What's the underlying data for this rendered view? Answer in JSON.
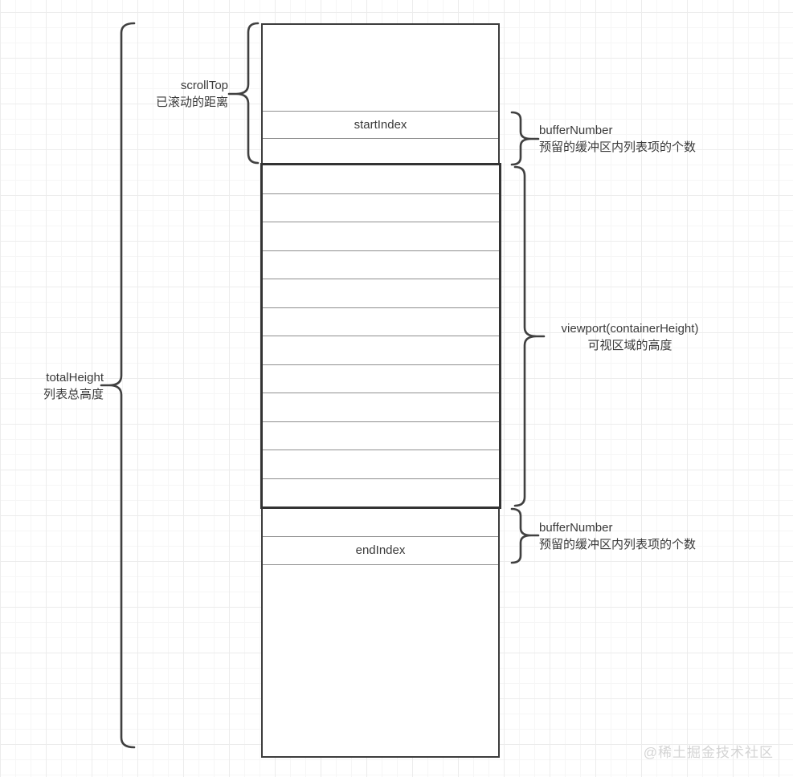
{
  "list_box": {
    "start_index_label": "startIndex",
    "end_index_label": "endIndex",
    "viewport_row_count": 12
  },
  "annotations": {
    "scroll_top": {
      "term": "scrollTop",
      "desc": "已滚动的距离"
    },
    "total_height": {
      "term": "totalHeight",
      "desc": "列表总高度"
    },
    "buffer_top": {
      "term": "bufferNumber",
      "desc": "预留的缓冲区内列表项的个数"
    },
    "viewport": {
      "term": "viewport(containerHeight)",
      "desc": "可视区域的高度"
    },
    "buffer_bottom": {
      "term": "bufferNumber",
      "desc": "预留的缓冲区内列表项的个数"
    }
  },
  "watermark": "@稀土掘金技术社区",
  "colors": {
    "outer_box_border": "#3c3c3c",
    "viewport_border": "#333333",
    "row_divider": "#8f8f8f",
    "brace": "#404040",
    "text": "#3a3a3a",
    "watermark": "#d4d4d4",
    "grid_minor": "#f6f6f6",
    "grid_major": "#ececec"
  }
}
